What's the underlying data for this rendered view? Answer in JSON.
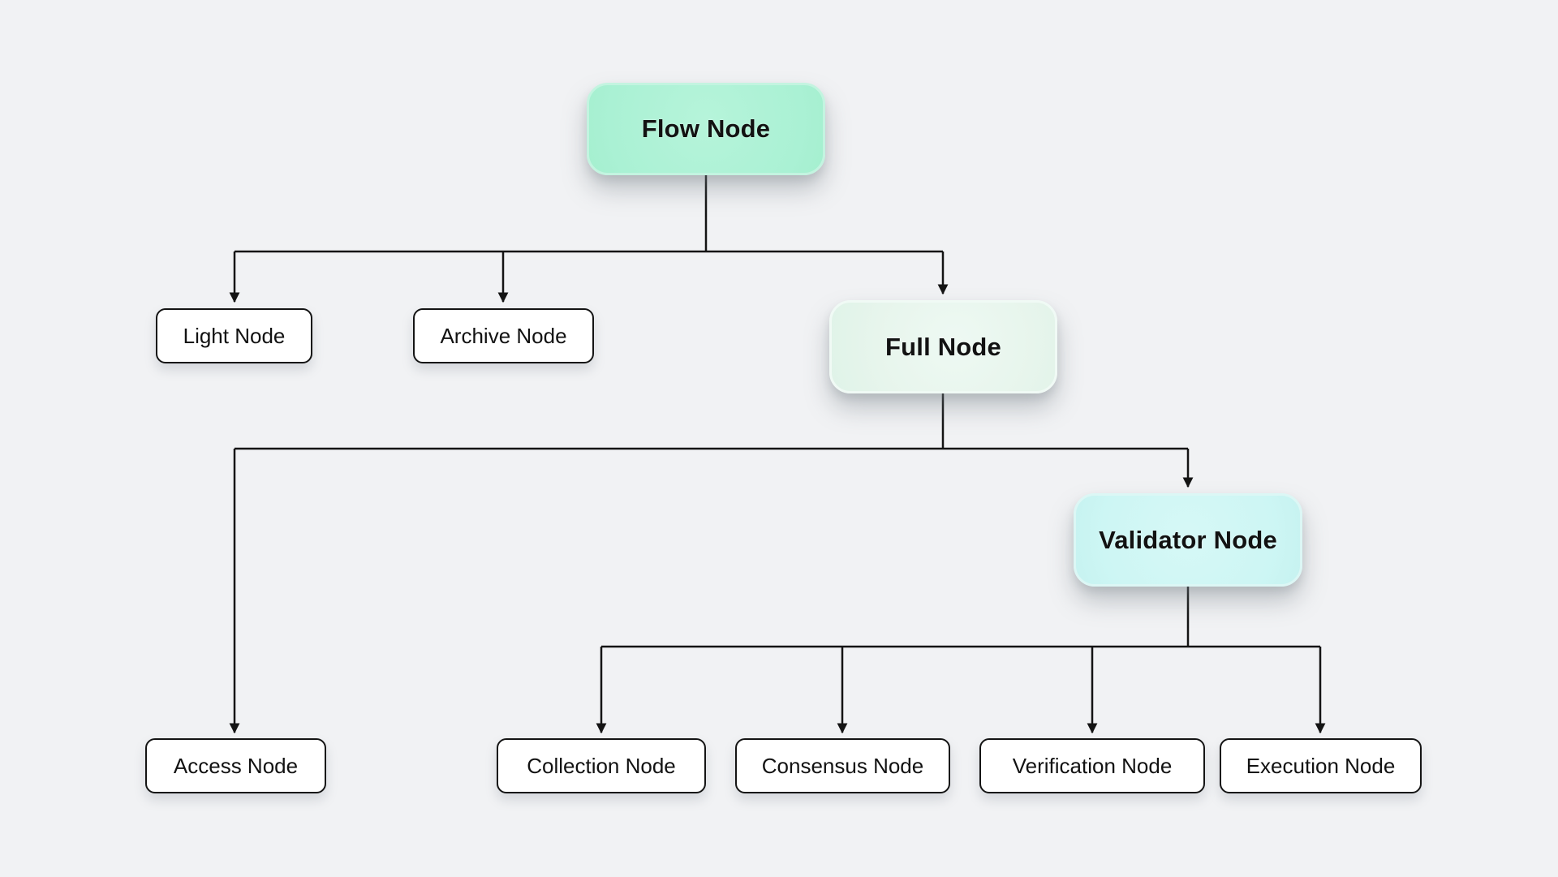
{
  "diagram": {
    "type": "flowchart",
    "orientation": "top-down",
    "nodes": {
      "flow": {
        "label": "Flow Node",
        "fill": "#aaf1d4",
        "emphasis": "primary"
      },
      "light": {
        "label": "Light Node",
        "fill": "#ffffff"
      },
      "archive": {
        "label": "Archive Node",
        "fill": "#ffffff"
      },
      "full": {
        "label": "Full Node",
        "fill": "#e7f5ec",
        "emphasis": "secondary"
      },
      "access": {
        "label": "Access Node",
        "fill": "#ffffff"
      },
      "validator": {
        "label": "Validator Node",
        "fill": "#cdf6f4",
        "emphasis": "secondary"
      },
      "collection": {
        "label": "Collection Node",
        "fill": "#ffffff"
      },
      "consensus": {
        "label": "Consensus Node",
        "fill": "#ffffff"
      },
      "verification": {
        "label": "Verification Node",
        "fill": "#ffffff"
      },
      "execution": {
        "label": "Execution Node",
        "fill": "#ffffff"
      }
    },
    "edges": [
      {
        "from": "Flow Node",
        "to": "Light Node"
      },
      {
        "from": "Flow Node",
        "to": "Archive Node"
      },
      {
        "from": "Flow Node",
        "to": "Full Node"
      },
      {
        "from": "Full Node",
        "to": "Access Node"
      },
      {
        "from": "Full Node",
        "to": "Validator Node"
      },
      {
        "from": "Validator Node",
        "to": "Collection Node"
      },
      {
        "from": "Validator Node",
        "to": "Consensus Node"
      },
      {
        "from": "Validator Node",
        "to": "Verification Node"
      },
      {
        "from": "Validator Node",
        "to": "Execution Node"
      }
    ],
    "colors": {
      "background": "#f1f2f4",
      "connector": "#141414",
      "node_border": "#141414",
      "text": "#121212",
      "accent_mint": "#aaf1d4",
      "accent_pale_green": "#e7f5ec",
      "accent_cyan": "#cdf6f4"
    }
  }
}
